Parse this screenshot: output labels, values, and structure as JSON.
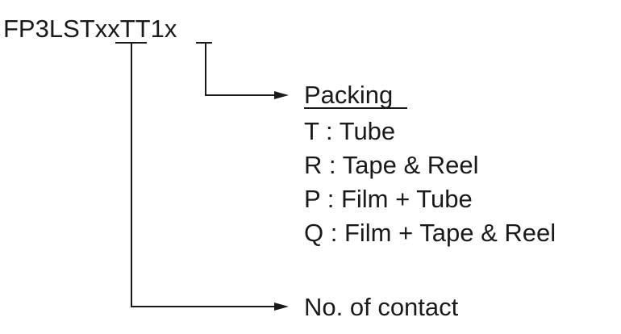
{
  "part_number": {
    "prefix": "FP3LST",
    "contact_field": "xx",
    "middle": "TT1",
    "packing_field": "x"
  },
  "packing": {
    "heading": "Packing",
    "options": [
      "T : Tube",
      "R : Tape & Reel",
      "P : Film + Tube",
      "Q : Film + Tape & Reel"
    ]
  },
  "contact": {
    "label": "No. of contact"
  }
}
